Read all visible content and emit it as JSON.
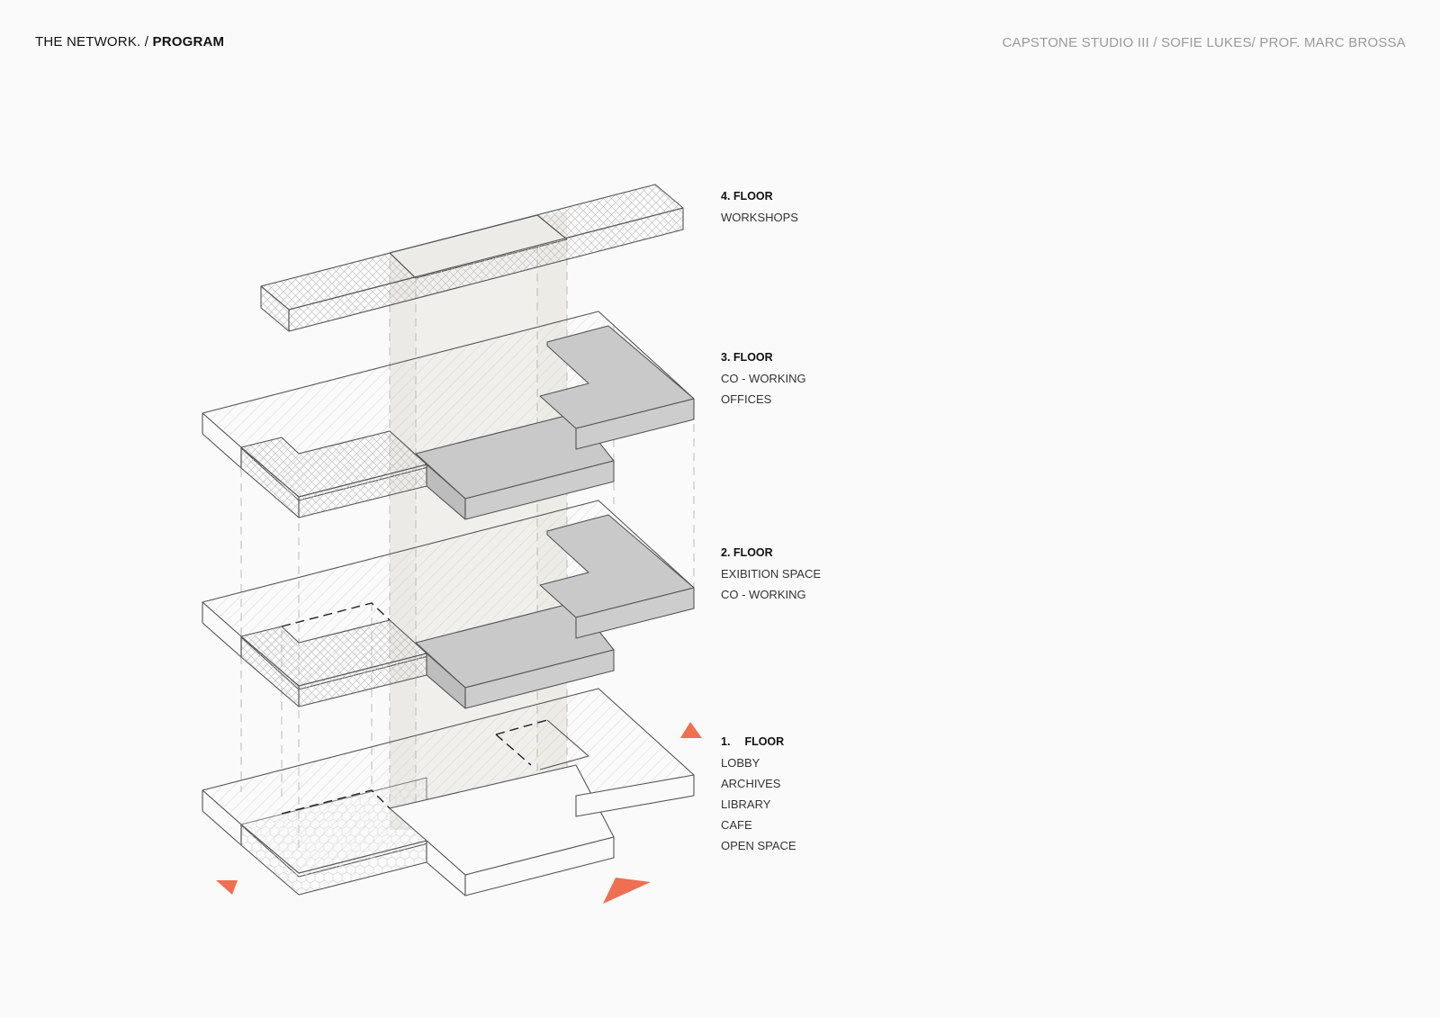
{
  "header": {
    "project": "THE NETWORK. /",
    "section": "PROGRAM",
    "credits": "CAPSTONE STUDIO III / SOFIE LUKES/ PROF. MARC BROSSA"
  },
  "floors": [
    {
      "number": "4.",
      "title": "FLOOR",
      "programs": [
        "WORKSHOPS"
      ]
    },
    {
      "number": "3.",
      "title": "FLOOR",
      "programs": [
        "CO - WORKING",
        "OFFICES"
      ]
    },
    {
      "number": "2.",
      "title": "FLOOR",
      "programs": [
        "EXIBITION SPACE",
        "CO - WORKING"
      ]
    },
    {
      "number": "1.",
      "title": "FLOOR",
      "programs": [
        "LOBBY",
        "ARCHIVES",
        "LIBRARY",
        "CAFE",
        "OPEN SPACE"
      ]
    }
  ],
  "colors": {
    "accent": "#ee6f52",
    "line": "#555555",
    "solid_fill": "#c9c9c9",
    "core_fill": "#e6e4e0",
    "hatch": "#bdbdbd"
  }
}
